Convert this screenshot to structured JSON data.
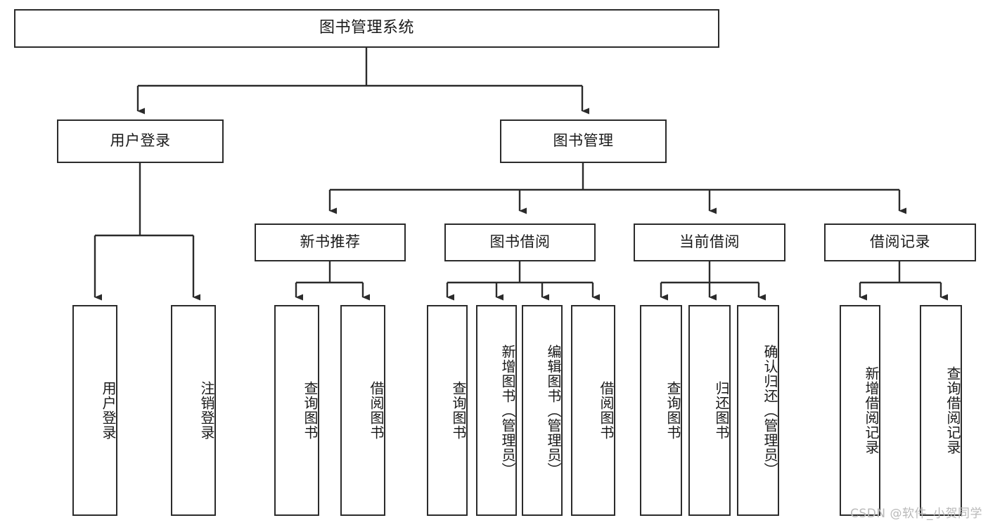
{
  "diagram": {
    "type": "tree-hierarchy",
    "title": "图书管理系统",
    "root": {
      "id": "root",
      "label": "图书管理系统"
    },
    "level2": [
      {
        "id": "user-login",
        "label": "用户登录"
      },
      {
        "id": "book-manage",
        "label": "图书管理"
      }
    ],
    "level3": [
      {
        "id": "new-book-rec",
        "label": "新书推荐",
        "parent": "book-manage"
      },
      {
        "id": "book-borrow",
        "label": "图书借阅",
        "parent": "book-manage"
      },
      {
        "id": "current-borrow",
        "label": "当前借阅",
        "parent": "book-manage"
      },
      {
        "id": "borrow-record",
        "label": "借阅记录",
        "parent": "book-manage"
      }
    ],
    "leaves": [
      {
        "id": "leaf-user-login",
        "label": "用户登录",
        "parent": "user-login"
      },
      {
        "id": "leaf-logout",
        "label": "注销登录",
        "parent": "user-login"
      },
      {
        "id": "leaf-query-book-1",
        "label": "查询图书",
        "parent": "new-book-rec"
      },
      {
        "id": "leaf-borrow-book-1",
        "label": "借阅图书",
        "parent": "new-book-rec"
      },
      {
        "id": "leaf-query-book-2",
        "label": "查询图书",
        "parent": "book-borrow"
      },
      {
        "id": "leaf-add-book",
        "label": "新增图书（管理员）",
        "parent": "book-borrow"
      },
      {
        "id": "leaf-edit-book",
        "label": "编辑图书（管理员）",
        "parent": "book-borrow"
      },
      {
        "id": "leaf-borrow-book-2",
        "label": "借阅图书",
        "parent": "book-borrow"
      },
      {
        "id": "leaf-query-book-3",
        "label": "查询图书",
        "parent": "current-borrow"
      },
      {
        "id": "leaf-return-book",
        "label": "归还图书",
        "parent": "current-borrow"
      },
      {
        "id": "leaf-confirm-return",
        "label": "确认归还（管理员）",
        "parent": "current-borrow"
      },
      {
        "id": "leaf-add-record",
        "label": "新增借阅记录",
        "parent": "borrow-record"
      },
      {
        "id": "leaf-query-record",
        "label": "查询借阅记录",
        "parent": "borrow-record"
      }
    ],
    "colors": {
      "box_border": "#2b2b2b",
      "box_fill": "#ffffff",
      "connector": "#2b2b2b",
      "text": "#1a1a1a",
      "watermark": "#b9b9b9",
      "background": "#ffffff"
    }
  },
  "watermark": {
    "text": "CSDN @软件_小贺同学"
  }
}
